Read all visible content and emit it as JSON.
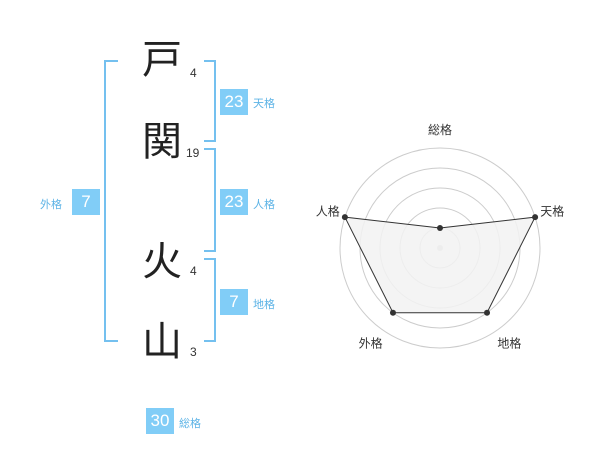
{
  "name": {
    "chars": [
      {
        "char": "戸",
        "strokes": "4"
      },
      {
        "char": "関",
        "strokes": "19"
      },
      {
        "char": "火",
        "strokes": "4"
      },
      {
        "char": "山",
        "strokes": "3"
      }
    ]
  },
  "fortunes": {
    "tenkaku": {
      "value": "23",
      "label": "天格"
    },
    "jinkaku": {
      "value": "23",
      "label": "人格"
    },
    "chikaku": {
      "value": "7",
      "label": "地格"
    },
    "gaikaku": {
      "value": "7",
      "label": "外格"
    },
    "soukaku": {
      "value": "30",
      "label": "総格"
    }
  },
  "colors": {
    "accent": "#81cdf7",
    "bracket": "#74c0ef",
    "tag_text": "#5cb3e6",
    "radar_fill": "#f2f2f2",
    "radar_line": "#333333",
    "grid": "#cccccc"
  },
  "chart_data": {
    "type": "radar",
    "axes": [
      "総格",
      "天格",
      "地格",
      "外格",
      "人格"
    ],
    "series": [
      {
        "values": [
          1,
          5,
          4,
          4,
          5
        ]
      }
    ],
    "range": [
      0,
      5
    ],
    "grid": true
  }
}
